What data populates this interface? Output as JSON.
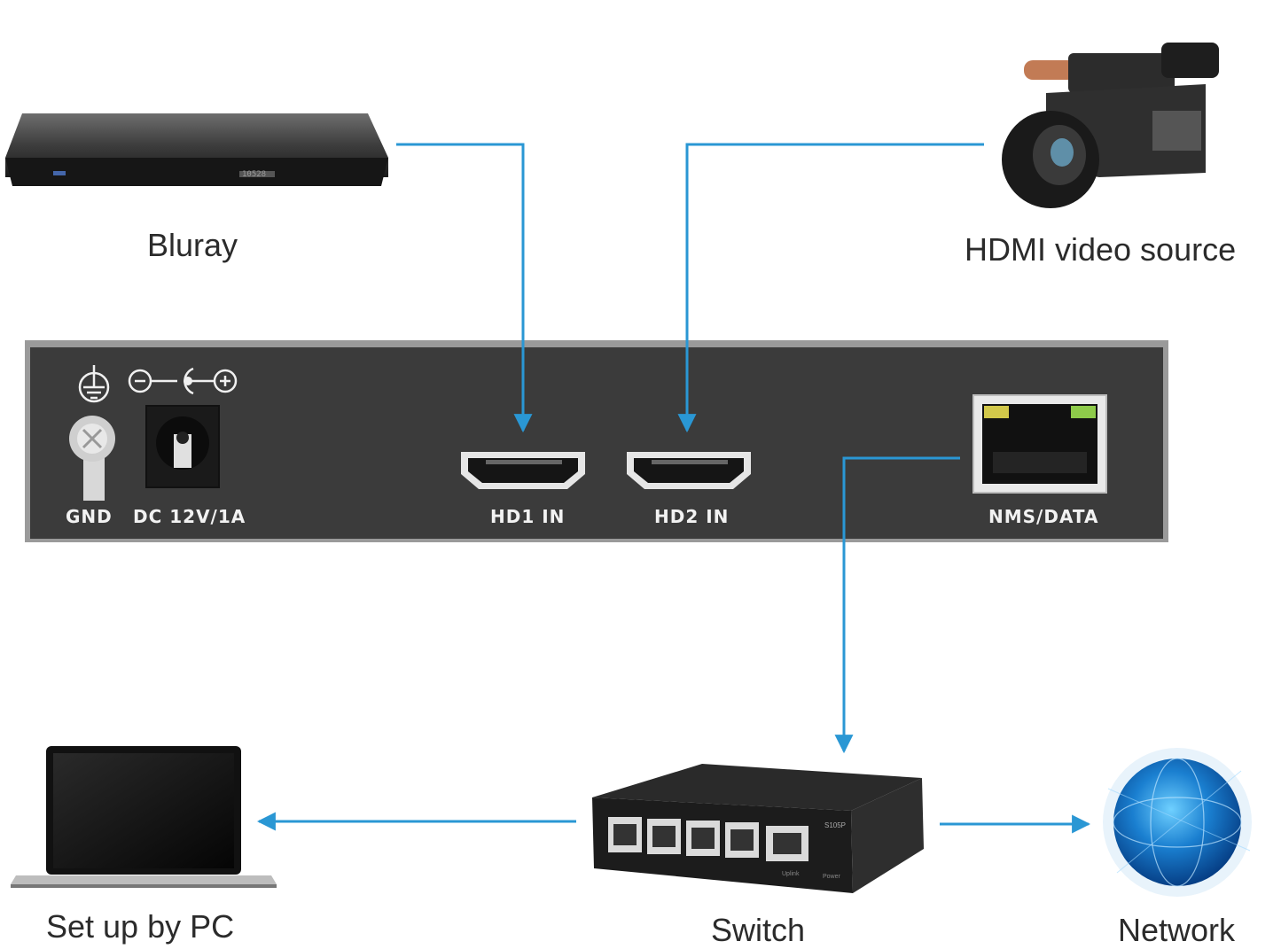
{
  "devices": {
    "bluray": {
      "label": "Bluray"
    },
    "camera": {
      "label": "HDMI video source"
    },
    "pc": {
      "label": "Set up by PC"
    },
    "switch": {
      "label": "Switch",
      "model": "S105P",
      "power_label": "Power",
      "uplink_label": "Uplink"
    },
    "network": {
      "label": "Network"
    }
  },
  "encoder": {
    "ports": {
      "gnd": "GND",
      "dc": "DC 12V/1A",
      "hd1": "HD1 IN",
      "hd2": "HD2 IN",
      "nms": "NMS/DATA"
    }
  },
  "bluray_display": "10528",
  "colors": {
    "arrow": "#2a97d4",
    "panel": "#3a3a3a",
    "panel_border": "#8a8a8a"
  }
}
